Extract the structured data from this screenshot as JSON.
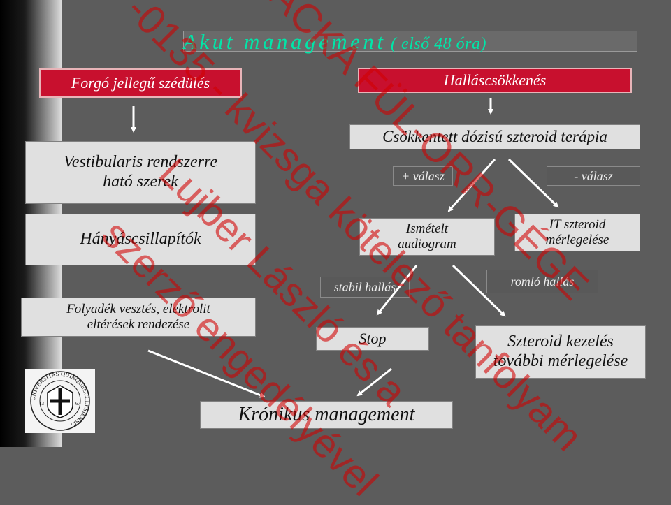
{
  "title": {
    "main": "Akut management",
    "sub": " ( első 48 óra)"
  },
  "left": {
    "header": "Forgó jellegű szédülés",
    "box1": [
      "Vestibularis rendszerre",
      "ható szerek"
    ],
    "box2": "Hányáscsillapítók",
    "box3": [
      "Folyadék vesztés, elektrolit",
      "eltérések rendezése"
    ]
  },
  "right": {
    "header": "Halláscsökkenés",
    "therapy": "Csökkentett dózisú szteroid terápia",
    "plus": "+ válasz",
    "minus": "- válasz",
    "audiogram": [
      "Ismételt",
      "audiogram"
    ],
    "it_steroid": [
      "IT szteroid",
      "mérlegelése"
    ],
    "stable": "stabil hallás",
    "worse": "romló hallás",
    "stop": "Stop",
    "steroid": [
      "Szteroid kezelés",
      "további mérlegelése"
    ]
  },
  "bottom": "Krónikus management",
  "watermark": [
    "-0135 -  kvizsga kötelező tanfolyam",
    "Lujber László és a",
    "szerző engedélyével",
    "ACKA FÜL-ORR-GÉGE"
  ],
  "logo": {
    "ring": "UNIVERSITAS QUINQUEECCLESIENSIS",
    "left_num": "13",
    "right_num": "67"
  },
  "colors": {
    "title": "#00e6a8",
    "header_fill": "#c8102e",
    "box_fill": "#e0e0e0",
    "watermark": "#d20000"
  }
}
